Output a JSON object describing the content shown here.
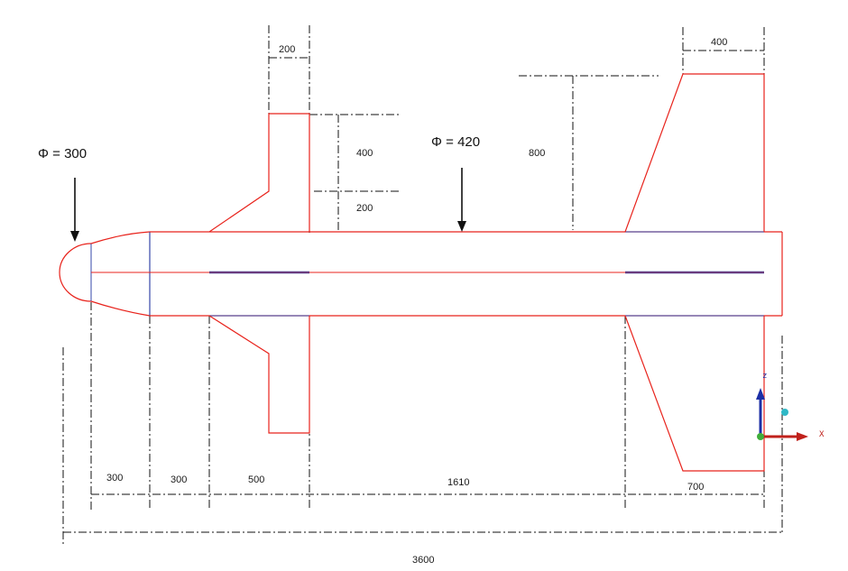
{
  "labels": {
    "nose_diameter": "Φ = 300",
    "body_diameter": "Φ = 420",
    "front_fin_span_top": "200",
    "front_fin_height": "400",
    "front_fin_base": "200",
    "tail_fin_tip": "400",
    "tail_fin_height": "800",
    "nose_len": "300",
    "transition_len": "300",
    "front_fin_len": "500",
    "mid_len": "1610",
    "tail_len": "700",
    "total_len": "3600"
  },
  "axis": {
    "z": "z",
    "x": "X"
  },
  "colors": {
    "outline": "#e8231c",
    "blue": "#3547a8",
    "dimension": "#111111",
    "axis_z": "#1c2fa6",
    "axis_x": "#c0211b",
    "axis_y": "#2fb8c6",
    "origin": "#3fae3a"
  }
}
